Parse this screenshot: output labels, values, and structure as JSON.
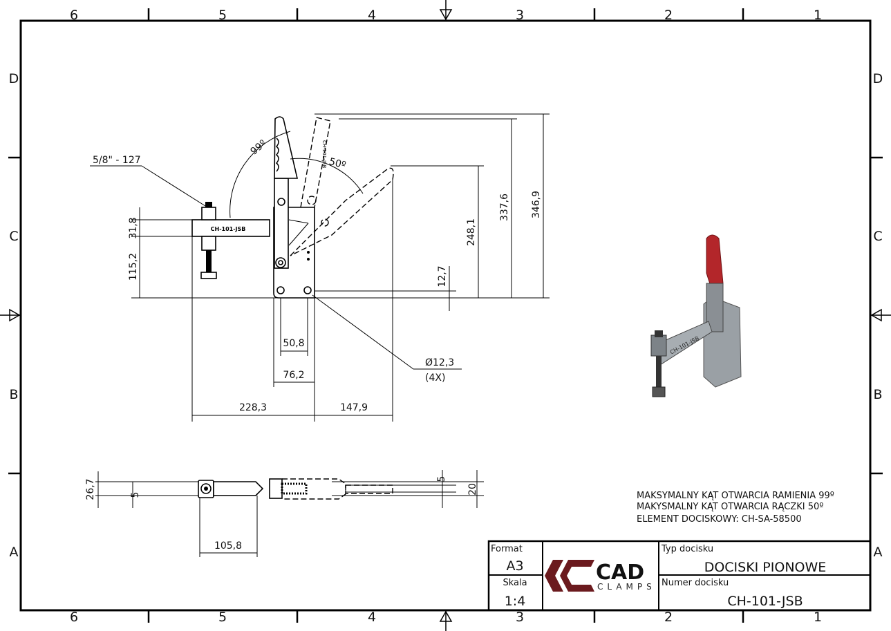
{
  "border": {
    "columns": [
      "6",
      "5",
      "4",
      "3",
      "2",
      "1"
    ],
    "rows": [
      "D",
      "C",
      "B",
      "A"
    ]
  },
  "side_view": {
    "thread_label": "5/8\" - 127",
    "arm_marking": "CH-101-JSB",
    "handle_marking": "CH-101-JSB",
    "angle_arm": "99º",
    "angle_handle": "50º",
    "dims": {
      "d31_8": "31,8",
      "d115_2": "115,2",
      "d248_1": "248,1",
      "d337_6": "337,6",
      "d346_9": "346,9",
      "d12_7": "12,7",
      "d50_8": "50,8",
      "d76_2": "76,2",
      "d228_3": "228,3",
      "d147_9": "147,9",
      "hole": "Ø12,3",
      "hole_count": "(4X)"
    }
  },
  "top_view": {
    "dims": {
      "d26_7": "26,7",
      "d5_left": "5",
      "d105_8": "105,8",
      "d5_right": "5",
      "d20": "20"
    }
  },
  "notes": [
    "MAKSYMALNY KĄT OTWARCIA RAMIENIA 99º",
    "MAKYSMALNY KĄT OTWARCIA RĄCZKI 50º",
    "ELEMENT DOCISKOWY: CH-SA-58500"
  ],
  "title_block": {
    "format_label": "Format",
    "format_value": "A3",
    "scale_label": "Skala",
    "scale_value": "1:4",
    "logo_main": "CAD",
    "logo_sub": "CLAMPS",
    "type_label": "Typ docisku",
    "type_value": "DOCISKI PIONOWE",
    "number_label": "Numer docisku",
    "number_value": "CH-101-JSB"
  },
  "colors": {
    "logo": "#6b1a1e",
    "handle_red": "#b3262a",
    "metal": "#8a8f94"
  }
}
